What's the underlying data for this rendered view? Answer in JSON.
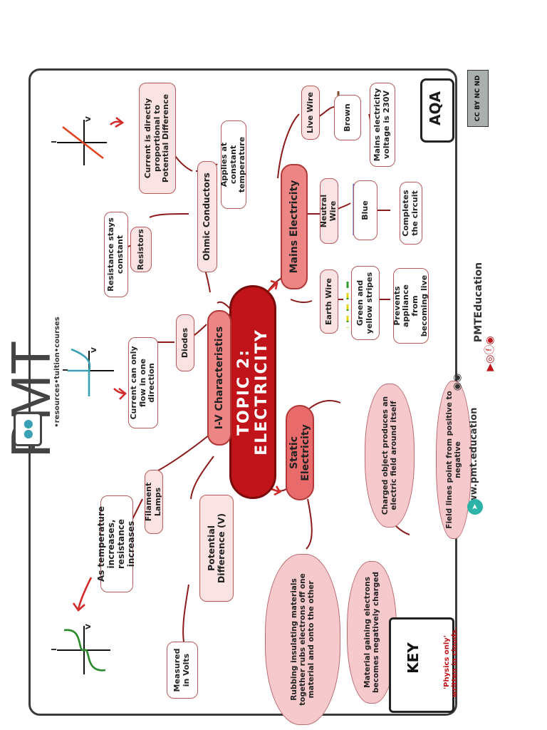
{
  "central": {
    "title": "TOPIC 2: ELECTRICITY"
  },
  "branches": {
    "iv": "I-V Characteristics",
    "mains": "Mains Electricity",
    "static": "Static Electricity"
  },
  "iv": {
    "ohmic": "Ohmic Conductors",
    "ohmic_note1": "Current is directly proportional to Potential Difference",
    "ohmic_note2": "Applies at constant temperature",
    "resistors": "Resistors",
    "resistors_note": "Resistance stays constant",
    "diodes": "Diodes",
    "diodes_note": "Current can only flow in one direction",
    "filament": "Filament Lamps",
    "filament_note": "As temperature increases, resistance increases",
    "pd": "Potential Difference (V)",
    "pd_note": "Measured in Volts",
    "axis_i": "I",
    "axis_v": "V"
  },
  "mains": {
    "live": "Live Wire",
    "live_colour": "Brown",
    "live_note": "Mains electricity voltage is 230V",
    "neutral": "Neutral Wire",
    "neutral_colour": "Blue",
    "neutral_note": "Completes the circuit",
    "earth": "Earth Wire",
    "earth_colour": "Green and yellow stripes",
    "earth_note": "Prevents appliance from becoming live"
  },
  "static": {
    "cloud1": "Charged object produces an electric field around itself",
    "cloud2": "Field lines point from positive to negative",
    "cloud3": "Rubbing insulating materials together rubs electrons off one material and onto the other",
    "cloud4": "Material gaining electrons becomes negatively charged"
  },
  "key": {
    "title": "KEY",
    "text": "'Physics only' written in clouds."
  },
  "exam_board": "AQA",
  "brand": {
    "logo": "PMT",
    "tagline": "•resources•tuition•courses",
    "website": "www.pmt.education",
    "social": "PMTEducation",
    "license": "CC BY NC ND"
  },
  "colors": {
    "brown": "#7a5230",
    "blue": "#2f5fd6",
    "green": "#2f9a2f",
    "yellow": "#e7d21a",
    "central": "#c0141a",
    "branch": "#ee8585"
  }
}
